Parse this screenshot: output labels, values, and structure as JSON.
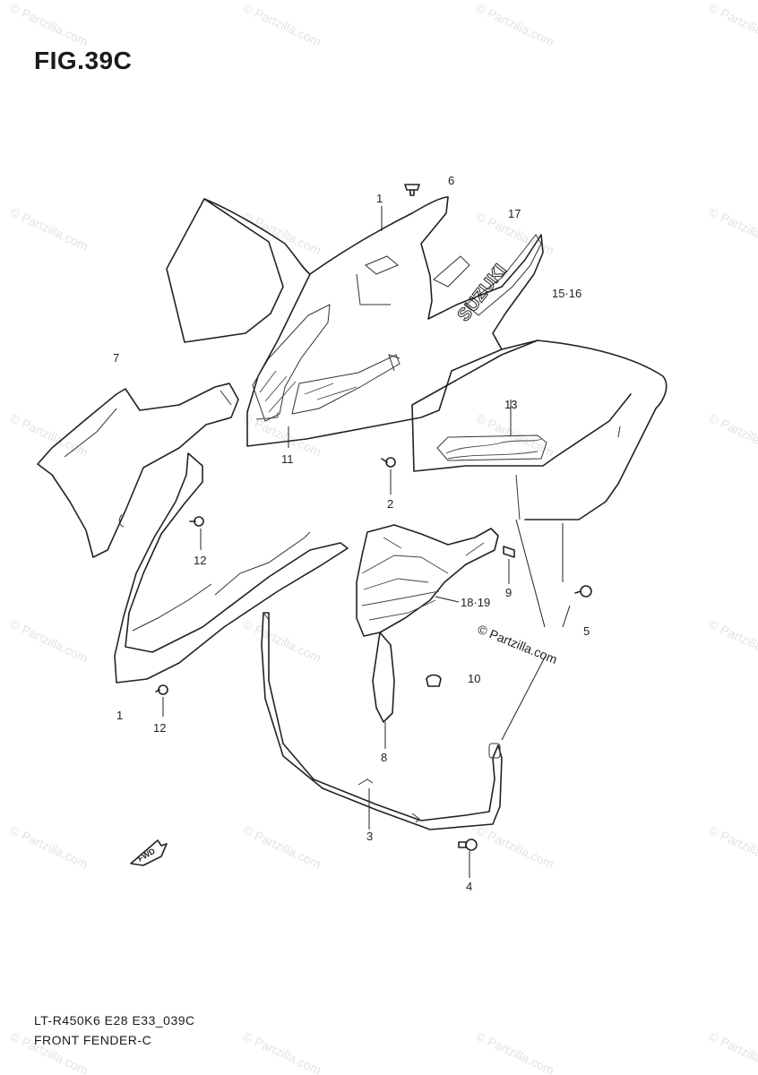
{
  "figure": {
    "title": "FIG.39C",
    "drawing_code": "LT-R450K6 E28 E33_039C",
    "caption": "FRONT FENDER-C"
  },
  "watermark": {
    "main": "© Partzilla.com",
    "repeat": "© Partzilla.com"
  },
  "decals": {
    "brand": "SUZUKI",
    "fwd_arrow": "FWD"
  },
  "callouts": [
    {
      "id": "c1",
      "label": "1"
    },
    {
      "id": "c6",
      "label": "6"
    },
    {
      "id": "c17",
      "label": "17"
    },
    {
      "id": "c15-16",
      "label": "15·16"
    },
    {
      "id": "c7",
      "label": "7"
    },
    {
      "id": "c13",
      "label": "13"
    },
    {
      "id": "c11",
      "label": "11"
    },
    {
      "id": "c2",
      "label": "2"
    },
    {
      "id": "c12a",
      "label": "12"
    },
    {
      "id": "c9",
      "label": "9"
    },
    {
      "id": "c18-19",
      "label": "18·19"
    },
    {
      "id": "c5",
      "label": "5"
    },
    {
      "id": "c10",
      "label": "10"
    },
    {
      "id": "c1b",
      "label": "1"
    },
    {
      "id": "c12b",
      "label": "12"
    },
    {
      "id": "c8",
      "label": "8"
    },
    {
      "id": "c3",
      "label": "3"
    },
    {
      "id": "c4",
      "label": "4"
    }
  ]
}
